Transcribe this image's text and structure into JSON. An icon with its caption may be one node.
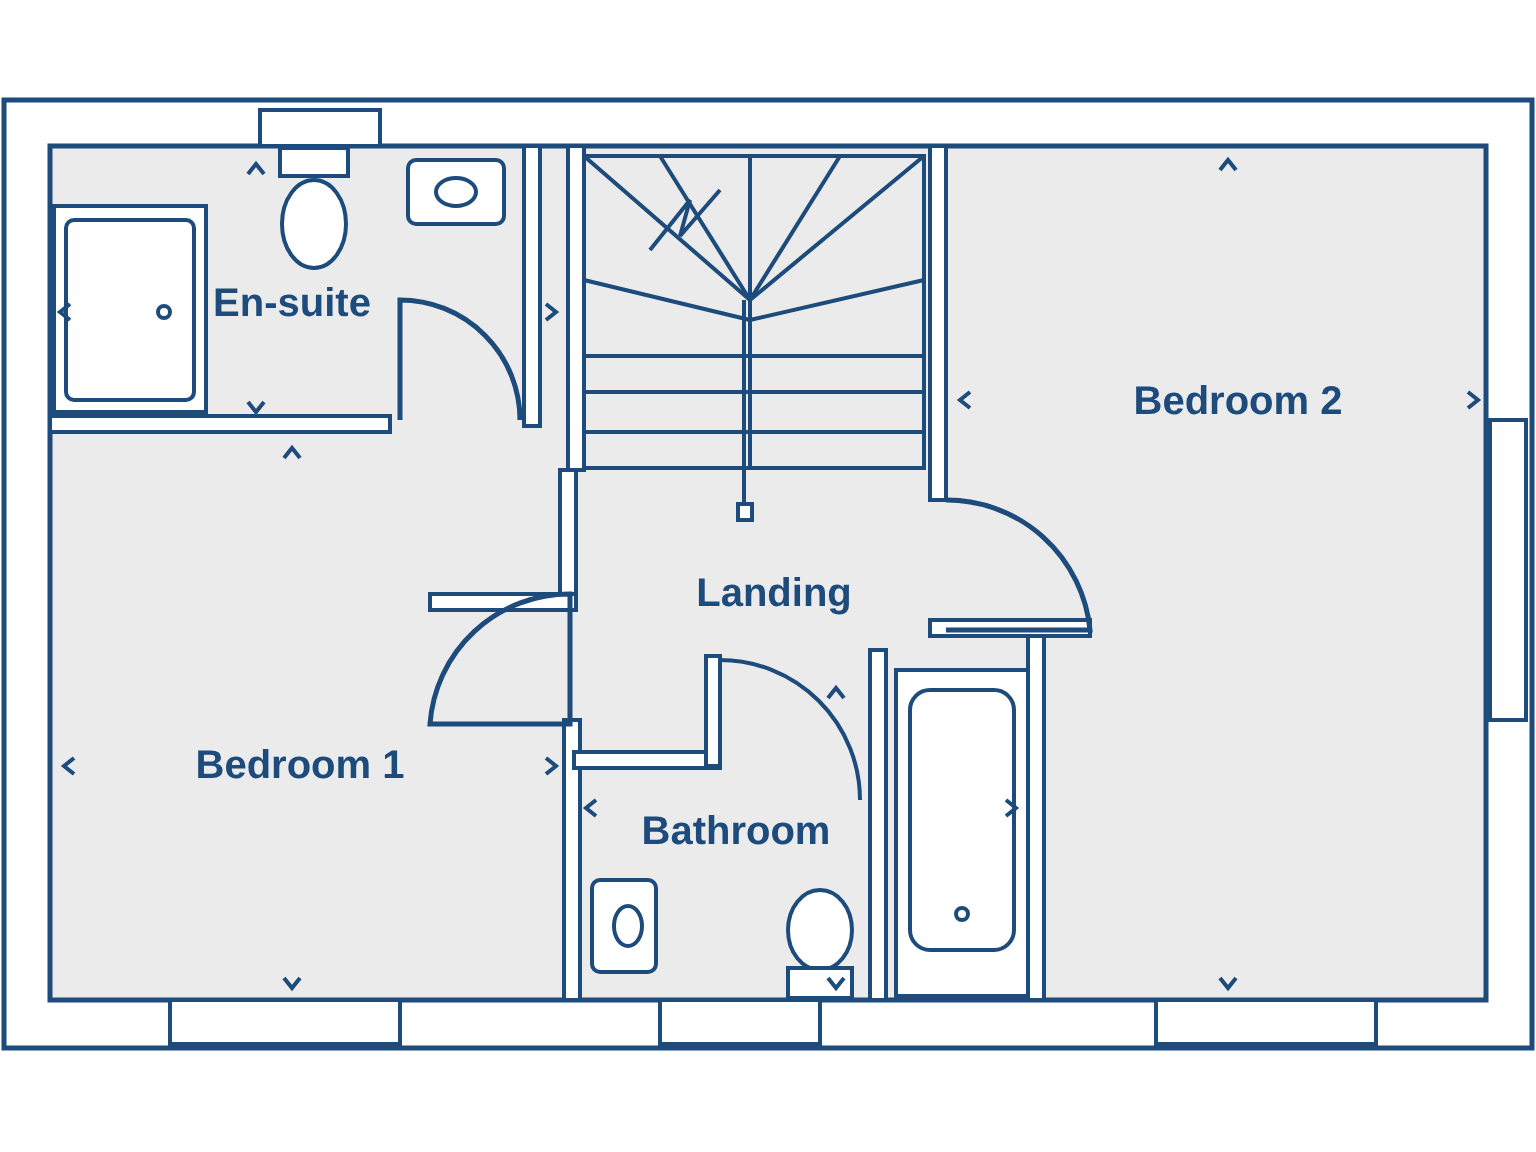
{
  "diagram": {
    "nodes": [
      {
        "text": [
          "En-suite"
        ]
      },
      {
        "text": [
          "Bedroom 2"
        ]
      },
      {
        "text": [
          "Landing"
        ]
      },
      {
        "text": [
          "Bedroom 1"
        ]
      },
      {
        "text": [
          "Bathroom"
        ]
      }
    ]
  }
}
